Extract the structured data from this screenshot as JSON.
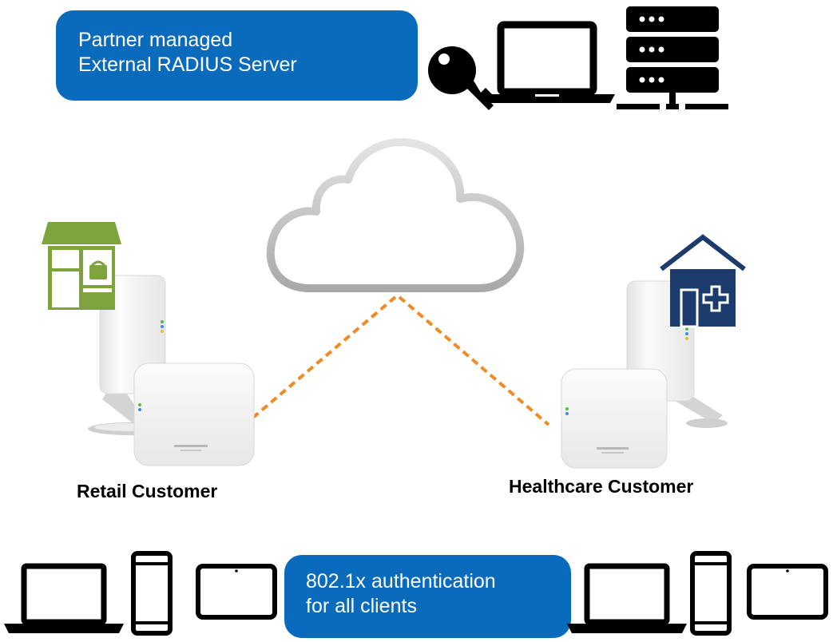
{
  "server_callout": {
    "line1": "Partner managed",
    "line2": "External RADIUS Server"
  },
  "auth_callout": {
    "line1": "802.1x  authentication",
    "line2": "for all clients"
  },
  "sites": {
    "retail": {
      "label": "Retail Customer"
    },
    "healthcare": {
      "label": "Healthcare Customer"
    }
  },
  "colors": {
    "callout_blue": "#0a6bbd",
    "link_orange": "#f08a24",
    "retail_green": "#7ea23c",
    "healthcare_navy": "#1c3c6e"
  },
  "icons": {
    "server_side": [
      "key-icon",
      "laptop-icon",
      "server-rack-icon"
    ],
    "cloud": "cloud-icon",
    "client_devices": [
      "laptop-icon",
      "phone-icon",
      "tablet-icon"
    ]
  }
}
